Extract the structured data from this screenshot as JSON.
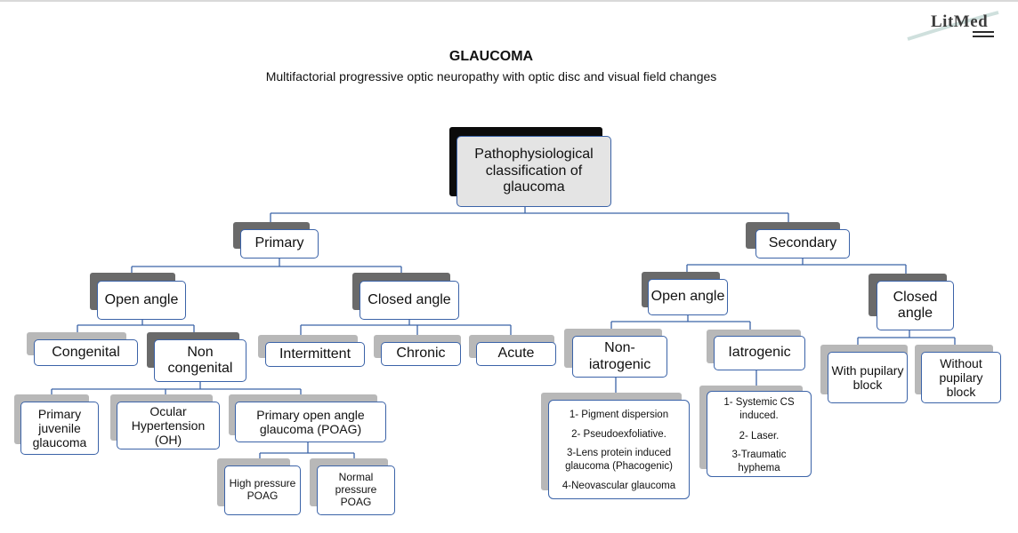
{
  "header": {
    "title": "GLAUCOMA",
    "subtitle": "Multifactorial progressive optic neuropathy with optic disc and visual field changes",
    "logo": "LitMed"
  },
  "root": "Pathophysiological classification of glaucoma",
  "primary": {
    "label": "Primary",
    "open_angle": {
      "label": "Open angle",
      "congenital": "Congenital",
      "non_congenital": "Non congenital",
      "primary_juvenile": "Primary juvenile glaucoma",
      "ocular_hypertension": "Ocular Hypertension (OH)",
      "poag": "Primary open angle glaucoma (POAG)",
      "high_pressure": "High pressure POAG",
      "normal_pressure": "Normal pressure POAG"
    },
    "closed_angle": {
      "label": "Closed angle",
      "intermittent": "Intermittent",
      "chronic": "Chronic",
      "acute": "Acute"
    }
  },
  "secondary": {
    "label": "Secondary",
    "open_angle": {
      "label": "Open angle",
      "non_iatrogenic": {
        "label": "Non-iatrogenic",
        "items": [
          "1- Pigment dispersion",
          "2- Pseudoexfoliative.",
          "3-Lens protein induced",
          "glaucoma (Phacogenic)",
          "4-Neovascular glaucoma"
        ]
      },
      "iatrogenic": {
        "label": "Iatrogenic",
        "items": [
          "1- Systemic CS",
          "induced.",
          "2- Laser.",
          "3-Traumatic",
          "hyphema"
        ]
      }
    },
    "closed_angle": {
      "label": "Closed angle",
      "with_block": "With pupilary block",
      "without_block": "Without pupilary block"
    }
  }
}
